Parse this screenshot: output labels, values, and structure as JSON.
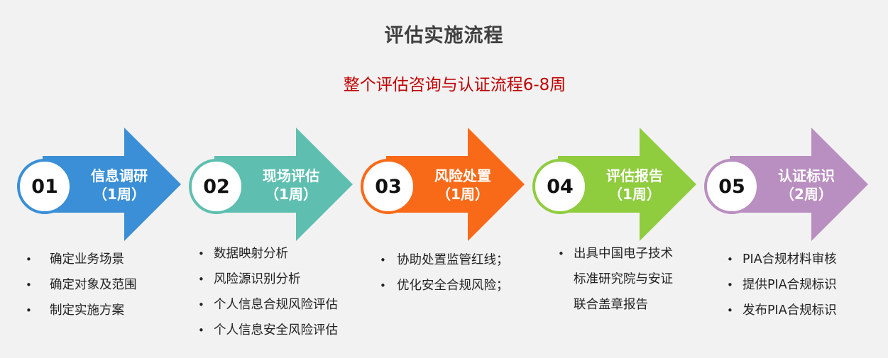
{
  "title": "评估实施流程",
  "subtitle": "整个评估咨询与认证流程6-8周",
  "stages": [
    {
      "number": "01",
      "name": "信息调研",
      "duration": "（1周）",
      "color": "#3a8fd6",
      "items": [
        "确定业务场景",
        "确定对象及范围",
        "制定实施方案"
      ]
    },
    {
      "number": "02",
      "name": "现场评估",
      "duration": "（1周）",
      "color": "#5ebfb0",
      "items": [
        "数据映射分析",
        "风险源识别分析",
        "个人信息合规风险评估",
        "个人信息安全风险评估"
      ]
    },
    {
      "number": "03",
      "name": "风险处置",
      "duration": "（1周）",
      "color": "#f96a18",
      "items": [
        "协助处置监管红线；",
        "优化安全合规风险；"
      ]
    },
    {
      "number": "04",
      "name": "评估报告",
      "duration": "（1周）",
      "color": "#8fcc3e",
      "items": [
        "出具中国电子技术",
        "标准研究院与安证",
        "联合盖章报告"
      ]
    },
    {
      "number": "05",
      "name": "认证标识",
      "duration": "（2周）",
      "color": "#b98ec0",
      "items": [
        "PIA合规材料审核",
        "提供PIA合规标识",
        "发布PIA合规标识"
      ]
    }
  ]
}
